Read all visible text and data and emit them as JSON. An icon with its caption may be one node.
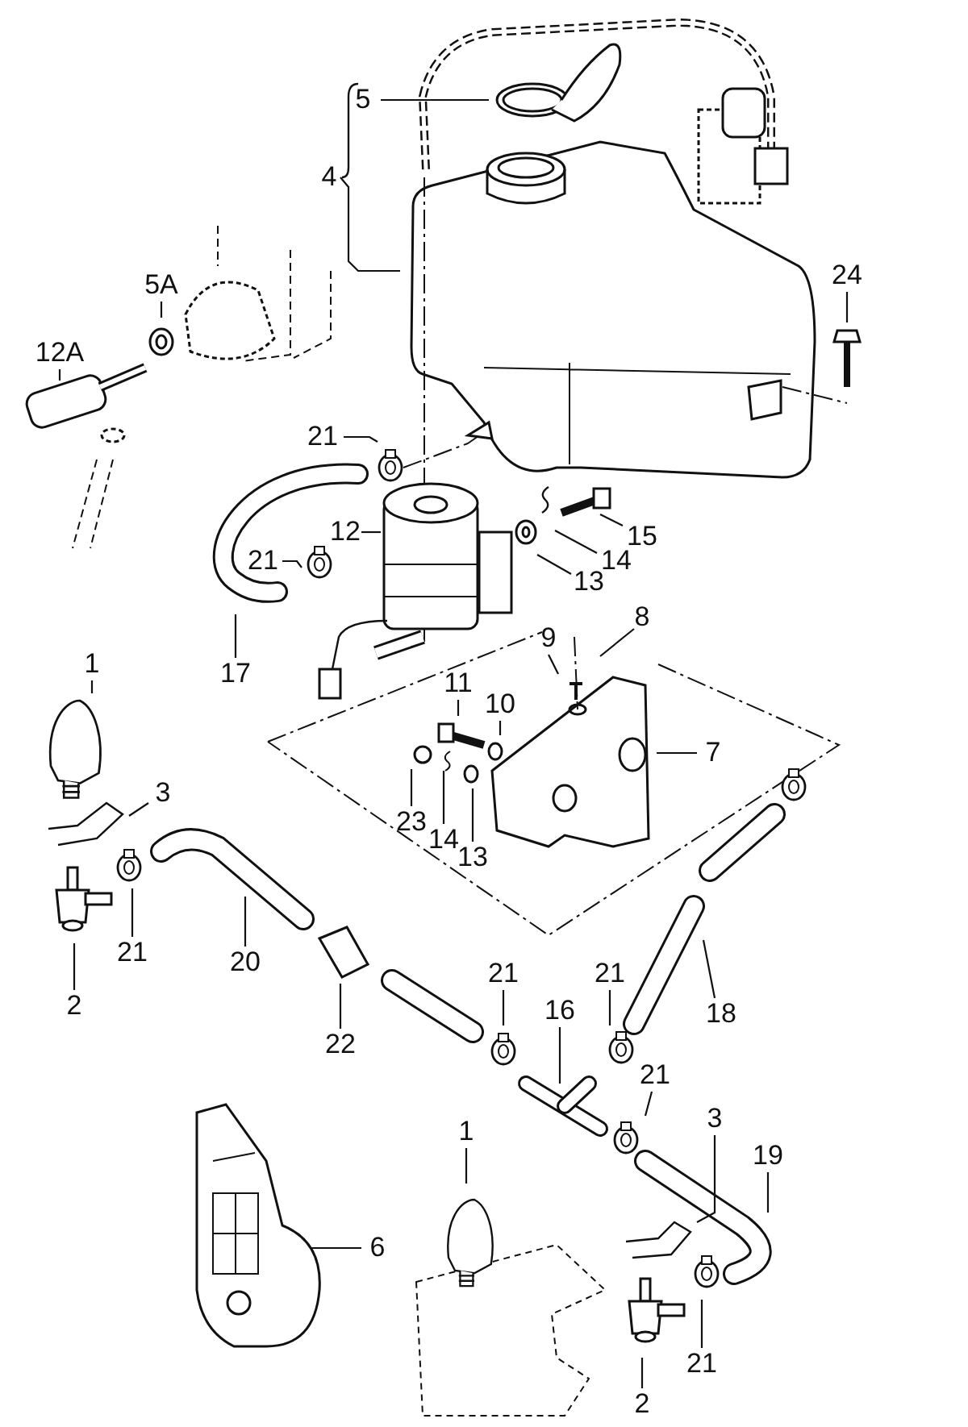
{
  "diagram": {
    "nodes": [
      {
        "text": [
          "5"
        ]
      },
      {
        "text": [
          "4"
        ]
      },
      {
        "text": [
          "5A"
        ]
      },
      {
        "text": [
          "12A"
        ]
      },
      {
        "text": [
          "24"
        ]
      },
      {
        "text": [
          "21"
        ]
      },
      {
        "text": [
          "12"
        ]
      },
      {
        "text": [
          "21"
        ]
      },
      {
        "text": [
          "15"
        ]
      },
      {
        "text": [
          "14"
        ]
      },
      {
        "text": [
          "13"
        ]
      },
      {
        "text": [
          "17"
        ]
      },
      {
        "text": [
          "8"
        ]
      },
      {
        "text": [
          "9"
        ]
      },
      {
        "text": [
          "11"
        ]
      },
      {
        "text": [
          "10"
        ]
      },
      {
        "text": [
          "1"
        ]
      },
      {
        "text": [
          "7"
        ]
      },
      {
        "text": [
          "3"
        ]
      },
      {
        "text": [
          "23"
        ]
      },
      {
        "text": [
          "14"
        ]
      },
      {
        "text": [
          "13"
        ]
      },
      {
        "text": [
          "21"
        ]
      },
      {
        "text": [
          "2"
        ]
      },
      {
        "text": [
          "20"
        ]
      },
      {
        "text": [
          "22"
        ]
      },
      {
        "text": [
          "21"
        ]
      },
      {
        "text": [
          "21"
        ]
      },
      {
        "text": [
          "16"
        ]
      },
      {
        "text": [
          "18"
        ]
      },
      {
        "text": [
          "21"
        ]
      },
      {
        "text": [
          "3"
        ]
      },
      {
        "text": [
          "19"
        ]
      },
      {
        "text": [
          "1"
        ]
      },
      {
        "text": [
          "6"
        ]
      },
      {
        "text": [
          "21"
        ]
      },
      {
        "text": [
          "2"
        ]
      }
    ],
    "edges": [
      {
        "from": 0,
        "to": null,
        "arrow": "none"
      },
      {
        "from": 1,
        "to": null,
        "arrow": "none"
      },
      {
        "from": 2,
        "to": null,
        "arrow": "none"
      },
      {
        "from": 3,
        "to": null,
        "arrow": "none"
      },
      {
        "from": 4,
        "to": null,
        "arrow": "none"
      },
      {
        "from": 5,
        "to": null,
        "arrow": "none"
      },
      {
        "from": 6,
        "to": null,
        "arrow": "none"
      },
      {
        "from": 7,
        "to": null,
        "arrow": "none"
      },
      {
        "from": 8,
        "to": null,
        "arrow": "none"
      },
      {
        "from": 9,
        "to": null,
        "arrow": "none"
      },
      {
        "from": 10,
        "to": null,
        "arrow": "none"
      },
      {
        "from": 11,
        "to": null,
        "arrow": "none"
      },
      {
        "from": 12,
        "to": null,
        "arrow": "none"
      },
      {
        "from": 13,
        "to": null,
        "arrow": "none"
      },
      {
        "from": 14,
        "to": null,
        "arrow": "none"
      },
      {
        "from": 15,
        "to": null,
        "arrow": "none"
      },
      {
        "from": 16,
        "to": null,
        "arrow": "none"
      },
      {
        "from": 17,
        "to": null,
        "arrow": "none"
      },
      {
        "from": 18,
        "to": null,
        "arrow": "none"
      },
      {
        "from": 19,
        "to": null,
        "arrow": "none"
      },
      {
        "from": 20,
        "to": null,
        "arrow": "none"
      },
      {
        "from": 21,
        "to": null,
        "arrow": "none"
      },
      {
        "from": 22,
        "to": null,
        "arrow": "none"
      },
      {
        "from": 23,
        "to": null,
        "arrow": "none"
      },
      {
        "from": 24,
        "to": null,
        "arrow": "none"
      },
      {
        "from": 25,
        "to": null,
        "arrow": "none"
      },
      {
        "from": 26,
        "to": null,
        "arrow": "none"
      },
      {
        "from": 27,
        "to": null,
        "arrow": "none"
      },
      {
        "from": 28,
        "to": null,
        "arrow": "none"
      },
      {
        "from": 29,
        "to": null,
        "arrow": "none"
      },
      {
        "from": 30,
        "to": null,
        "arrow": "none"
      },
      {
        "from": 31,
        "to": null,
        "arrow": "none"
      },
      {
        "from": 32,
        "to": null,
        "arrow": "none"
      },
      {
        "from": 33,
        "to": null,
        "arrow": "none"
      },
      {
        "from": 34,
        "to": null,
        "arrow": "none"
      },
      {
        "from": 35,
        "to": null,
        "arrow": "none"
      },
      {
        "from": 36,
        "to": null,
        "arrow": "none"
      }
    ]
  }
}
